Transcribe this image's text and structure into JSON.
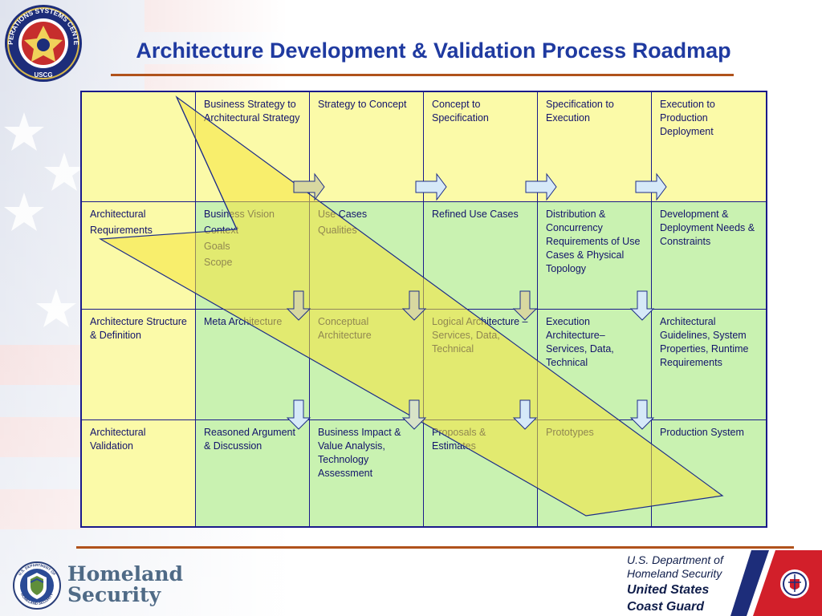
{
  "title": "Architecture Development & Validation Process Roadmap",
  "colors": {
    "title": "#1f3aa0",
    "rule": "#b0521b",
    "header_fill": "#fbfaa8",
    "body_fill": "#c9f2b1",
    "overlay_fill": "#f5e33a",
    "grid_border": "#1a1a8a",
    "arrow_fill": "#d6e9f8"
  },
  "seal_top": {
    "text_top": "OPERATIONS SYSTEMS CENTER",
    "text_bottom": "USCG",
    "icon": "ocs-seal-icon"
  },
  "columns": [
    "Business Strategy to Architectural Strategy",
    "Strategy to Concept",
    "Concept to Specification",
    "Specification to Execution",
    "Execution to Production Deployment"
  ],
  "rows": [
    {
      "label": [
        "Architectural",
        "Requirements"
      ],
      "cells": [
        [
          "Business Vision",
          "Context",
          "Goals",
          "Scope"
        ],
        [
          "Use Cases",
          "Qualities"
        ],
        [
          "Refined Use Cases"
        ],
        [
          "Distribution & Concurrency Requirements of Use Cases & Physical Topology"
        ],
        [
          "Development & Deployment Needs & Constraints"
        ]
      ]
    },
    {
      "label": [
        "Architecture Structure & Definition"
      ],
      "cells": [
        [
          "Meta Architecture"
        ],
        [
          "Conceptual Architecture"
        ],
        [
          "Logical Architecture – Services, Data, Technical"
        ],
        [
          "Execution Architecture– Services, Data, Technical"
        ],
        [
          "Architectural Guidelines, System Properties, Runtime Requirements"
        ]
      ]
    },
    {
      "label": [
        "Architectural Validation"
      ],
      "cells": [
        [
          "Reasoned Argument & Discussion"
        ],
        [
          "Business Impact & Value Analysis, Technology Assessment"
        ],
        [
          "Proposals & Estimates"
        ],
        [
          "Prototypes"
        ],
        [
          "Production System"
        ]
      ]
    }
  ],
  "footer": {
    "dhs_line1": "Homeland",
    "dhs_line2": "Security",
    "dhs_seal_top": "U.S. DEPARTMENT OF",
    "dhs_seal_bottom": "HOMELAND SECURITY",
    "uscg_dept_line1": "U.S. Department of",
    "uscg_dept_line2": "Homeland Security",
    "uscg_line1": "United States",
    "uscg_line2": "Coast Guard"
  }
}
